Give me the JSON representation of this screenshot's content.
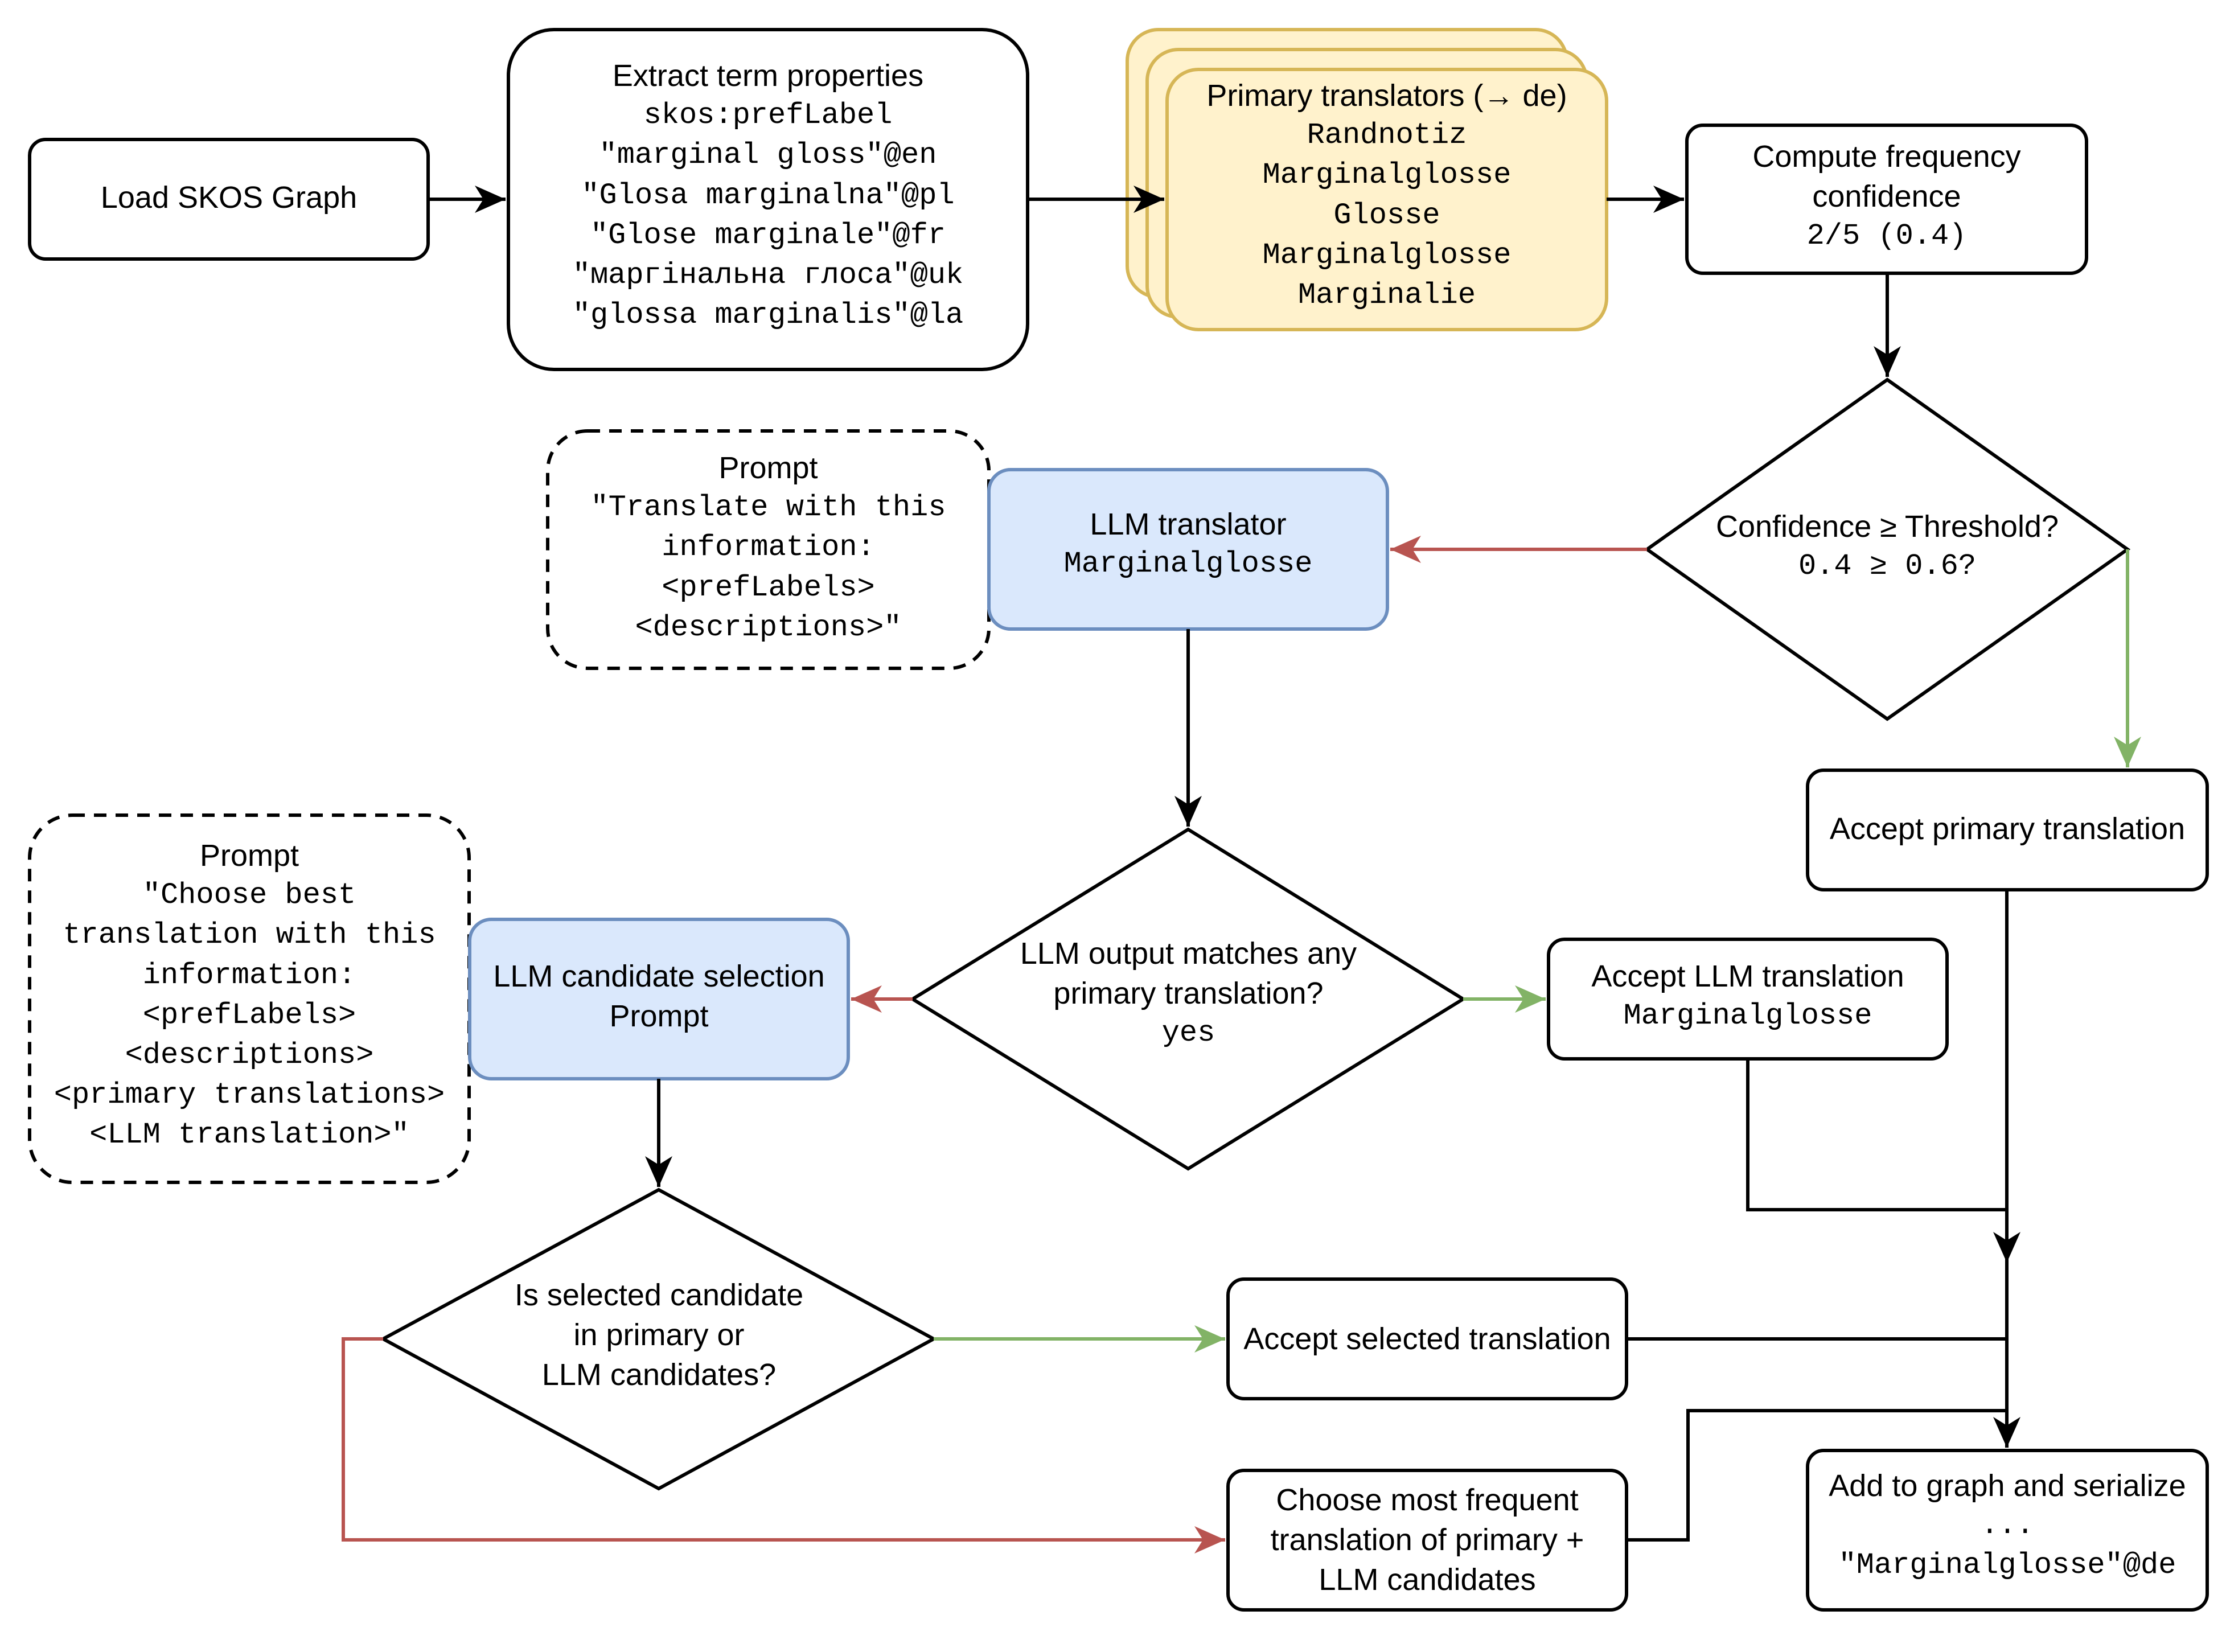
{
  "colors": {
    "stroke": "#000000",
    "yellow_fill": "#fff2cc",
    "yellow_stroke": "#d6b656",
    "blue_fill": "#dae8fc",
    "blue_stroke": "#6c8ebf",
    "red_arrow": "#b85450",
    "green_arrow": "#82b366"
  },
  "nodes": {
    "load": {
      "title": "Load SKOS Graph"
    },
    "extract": {
      "title": "Extract term properties",
      "lines": [
        "skos:prefLabel",
        "\"marginal gloss\"@en",
        "\"Glosa marginalna\"@pl",
        "\"Glose marginale\"@fr",
        "\"маргінальна глоса\"@uk",
        "\"glossa marginalis\"@la"
      ]
    },
    "primary": {
      "title": "Primary translators (→ de)",
      "lines": [
        "Randnotiz",
        "Marginalglosse",
        "Glosse",
        "Marginalglosse",
        "Marginalie"
      ]
    },
    "freq": {
      "title_lines": [
        "Compute frequency",
        "confidence"
      ],
      "value": "2/5 (0.4)"
    },
    "threshold": {
      "title": "Confidence ≥ Threshold?",
      "value": "0.4 ≥ 0.6?"
    },
    "prompt1": {
      "title": "Prompt",
      "lines": [
        "\"Translate with this",
        "information:",
        "<prefLabels>",
        "<descriptions>\""
      ]
    },
    "llm_translator": {
      "title": "LLM translator",
      "value": "Marginalglosse"
    },
    "accept_primary": {
      "title": "Accept primary translation"
    },
    "llm_match": {
      "title_lines": [
        "LLM output matches any",
        "primary translation?"
      ],
      "value": "yes"
    },
    "accept_llm": {
      "title": "Accept LLM translation",
      "value": "Marginalglosse"
    },
    "prompt2": {
      "title": "Prompt",
      "lines": [
        "\"Choose best",
        "translation with this",
        "information:",
        "<prefLabels>",
        "<descriptions>",
        "<primary translations>",
        "<LLM translation>\""
      ]
    },
    "llm_select": {
      "title_lines": [
        "LLM candidate selection",
        "Prompt"
      ]
    },
    "selected_check": {
      "title_lines": [
        "Is selected candidate",
        "in primary or",
        "LLM candidates?"
      ]
    },
    "accept_selected": {
      "title": "Accept selected translation"
    },
    "most_frequent": {
      "title_lines": [
        "Choose most frequent",
        "translation of primary +",
        "LLM candidates"
      ]
    },
    "add_graph": {
      "title": "Add to graph and serialize",
      "ellipsis": "...",
      "value": "\"Marginalglosse\"@de"
    }
  }
}
